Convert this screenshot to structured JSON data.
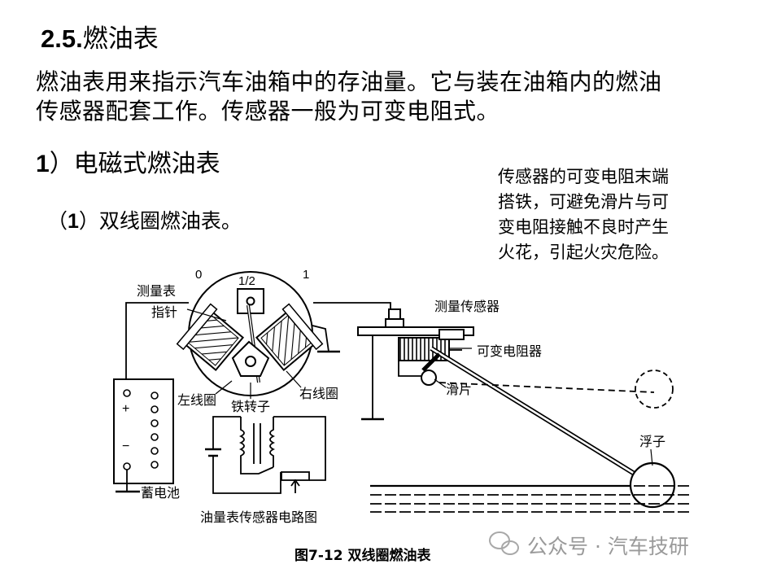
{
  "section": {
    "number": "2.5.",
    "title": "燃油表"
  },
  "intro": {
    "line1": "燃油表用来指示汽车油箱中的存油量。它与装在油箱内的燃油",
    "line2": "传感器配套工作。传感器一般为可变电阻式。"
  },
  "heading1": {
    "number": "1",
    "text": "）电磁式燃油表"
  },
  "heading2": {
    "prefix": "（",
    "number": "1",
    "text": "）双线圈燃油表。"
  },
  "note": {
    "line1": "传感器的可变电阻末端",
    "line2": "搭铁，可避免滑片与可",
    "line3": "变电阻接触不良时产生",
    "line4": "火花，引起火灾危险。"
  },
  "diagram_labels": {
    "scale_0": "0",
    "scale_half": "1/2",
    "scale_1": "1",
    "gauge": "测量表",
    "pointer": "指针",
    "left_coil": "左线圈",
    "right_coil": "右线圈",
    "rotor": "铁转子",
    "battery": "蓄电池",
    "plus": "+",
    "minus": "−",
    "sensor": "测量传感器",
    "resistor": "可变电阻器",
    "slider": "滑片",
    "float": "浮子",
    "circuit": "油量表传感器电路图"
  },
  "caption": "图7-12  双线圈燃油表",
  "watermark": "公众号 · 汽车技研"
}
